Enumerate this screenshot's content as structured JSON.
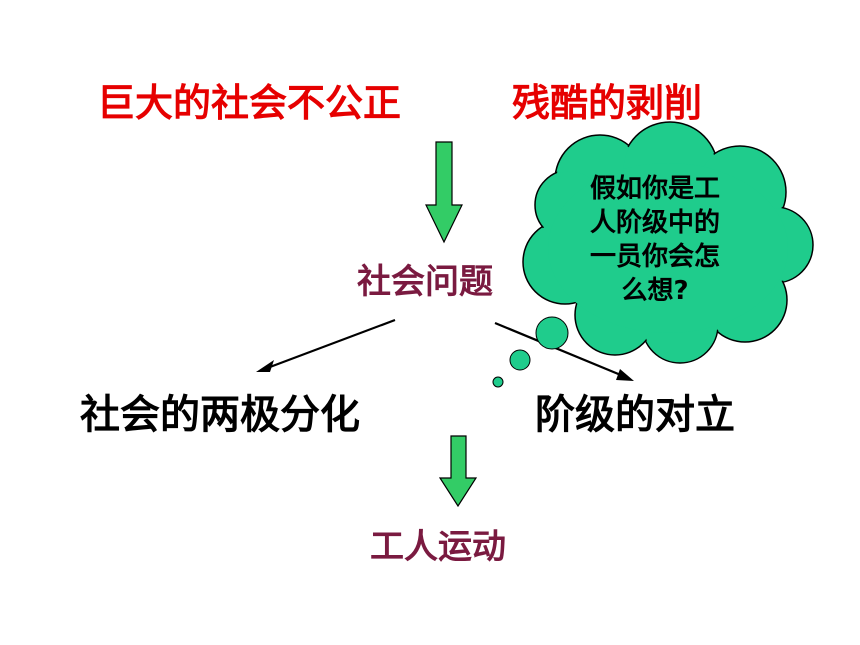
{
  "top": {
    "left": "巨大的社会不公正",
    "right": "残酷的剥削"
  },
  "middle": {
    "social_problem": "社会问题"
  },
  "branches": {
    "left": "社会的两极分化",
    "right": "阶级的对立"
  },
  "bottom": {
    "result": "工人运动"
  },
  "thought_cloud": {
    "lines": [
      "假如你是工",
      "人阶级中的",
      "一员你会怎",
      "么想?"
    ]
  },
  "colors": {
    "red_text": "#e60000",
    "maroon_text": "#7a1a40",
    "arrow_fill": "#33cc66",
    "cloud_fill": "#1fcc8c"
  }
}
